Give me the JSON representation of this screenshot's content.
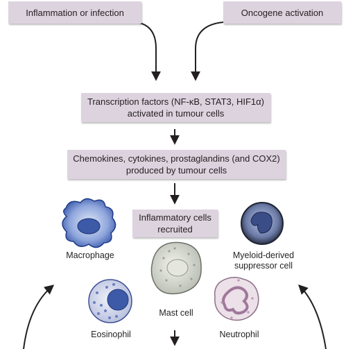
{
  "boxes": {
    "inflammation": "Inflammation or infection",
    "oncogene": "Oncogene activation",
    "transcription_line1": "Transcription factors (NF-κB, STAT3, HIF1α)",
    "transcription_line2": "activated in tumour cells",
    "chemokines_line1": "Chemokines, cytokines, prostaglandins (and COX2)",
    "chemokines_line2": "produced by tumour cells",
    "inflammatory_line1": "Inflammatory cells",
    "inflammatory_line2": "recruited"
  },
  "cells": {
    "macrophage": "Macrophage",
    "mdsc_line1": "Myeloid-derived",
    "mdsc_line2": "suppressor cell",
    "mast": "Mast cell",
    "eosinophil": "Eosinophil",
    "neutrophil": "Neutrophil"
  },
  "colors": {
    "box_fill": "#ddd3df",
    "arrow": "#231f20",
    "cell_blue": "#3d5aa8",
    "cell_gray": "#cfd2c9",
    "neutrophil_pink": "#dcc8d6"
  }
}
